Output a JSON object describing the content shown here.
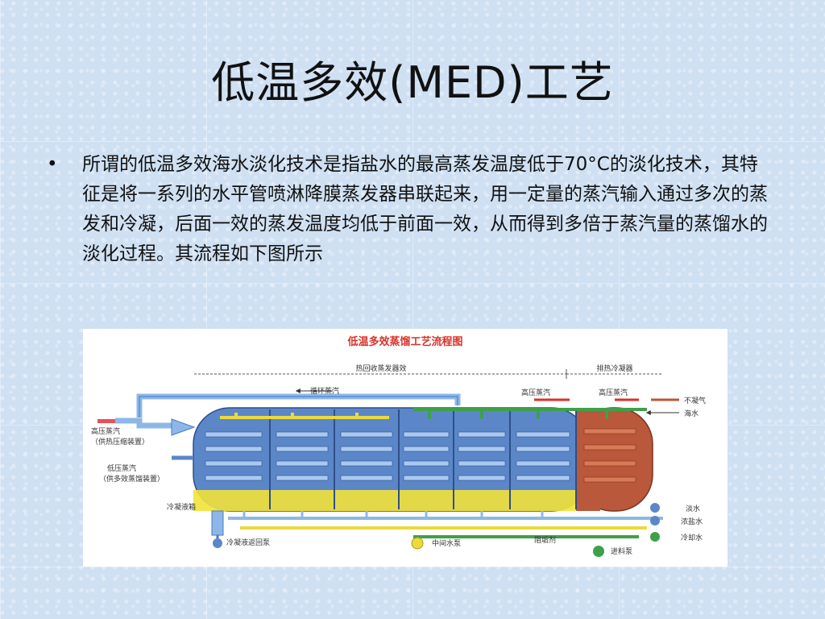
{
  "slide": {
    "title": "低温多效(MED)工艺",
    "bullet_text": "所谓的低温多效海水淡化技术是指盐水的最高蒸发温度低于70°C的淡化技术，其特征是将一系列的水平管喷淋降膜蒸发器串联起来，用一定量的蒸汽输入通过多次的蒸发和冷凝，后面一效的蒸发温度均低于前面一效，从而得到多倍于蒸汽量的蒸馏水的淡化过程。其流程如下图所示"
  },
  "diagram": {
    "title": "低温多效蒸馏工艺流程图",
    "section_heat_recovery": "热回收蒸发器效",
    "section_condenser": "排热冷凝器",
    "label_recycle_steam": "循环蒸汽",
    "label_hp_steam_1": "高压蒸汽",
    "label_hp_steam_2": "高压蒸汽",
    "label_noncondensable": "不凝气",
    "label_seawater": "海水",
    "label_hp_steam_left": "高压蒸汽",
    "label_hp_steam_left_note": "（供热压缩装置）",
    "label_lp_steam": "低压蒸汽",
    "label_lp_steam_note": "（供多效蒸馏装置）",
    "label_condensate_tank": "冷凝液箱",
    "label_condensate_pump": "冷凝液返回泵",
    "label_intermediate_pump": "中间水泵",
    "label_antiscalant": "阻垢剂",
    "label_feed_pump": "进料泵",
    "label_fresh_water": "淡水",
    "label_brine": "浓盐水",
    "label_cooling_water": "冷却水",
    "colors": {
      "vessel": "#5b87c9",
      "vessel_dark": "#3d63a3",
      "condenser": "#b9583a",
      "brine_yellow": "#f2e23a",
      "steam_blue": "#86b5e6",
      "pipe_green": "#3fa04a",
      "pipe_yellow": "#ecd93c",
      "title_red": "#d8312a"
    }
  }
}
